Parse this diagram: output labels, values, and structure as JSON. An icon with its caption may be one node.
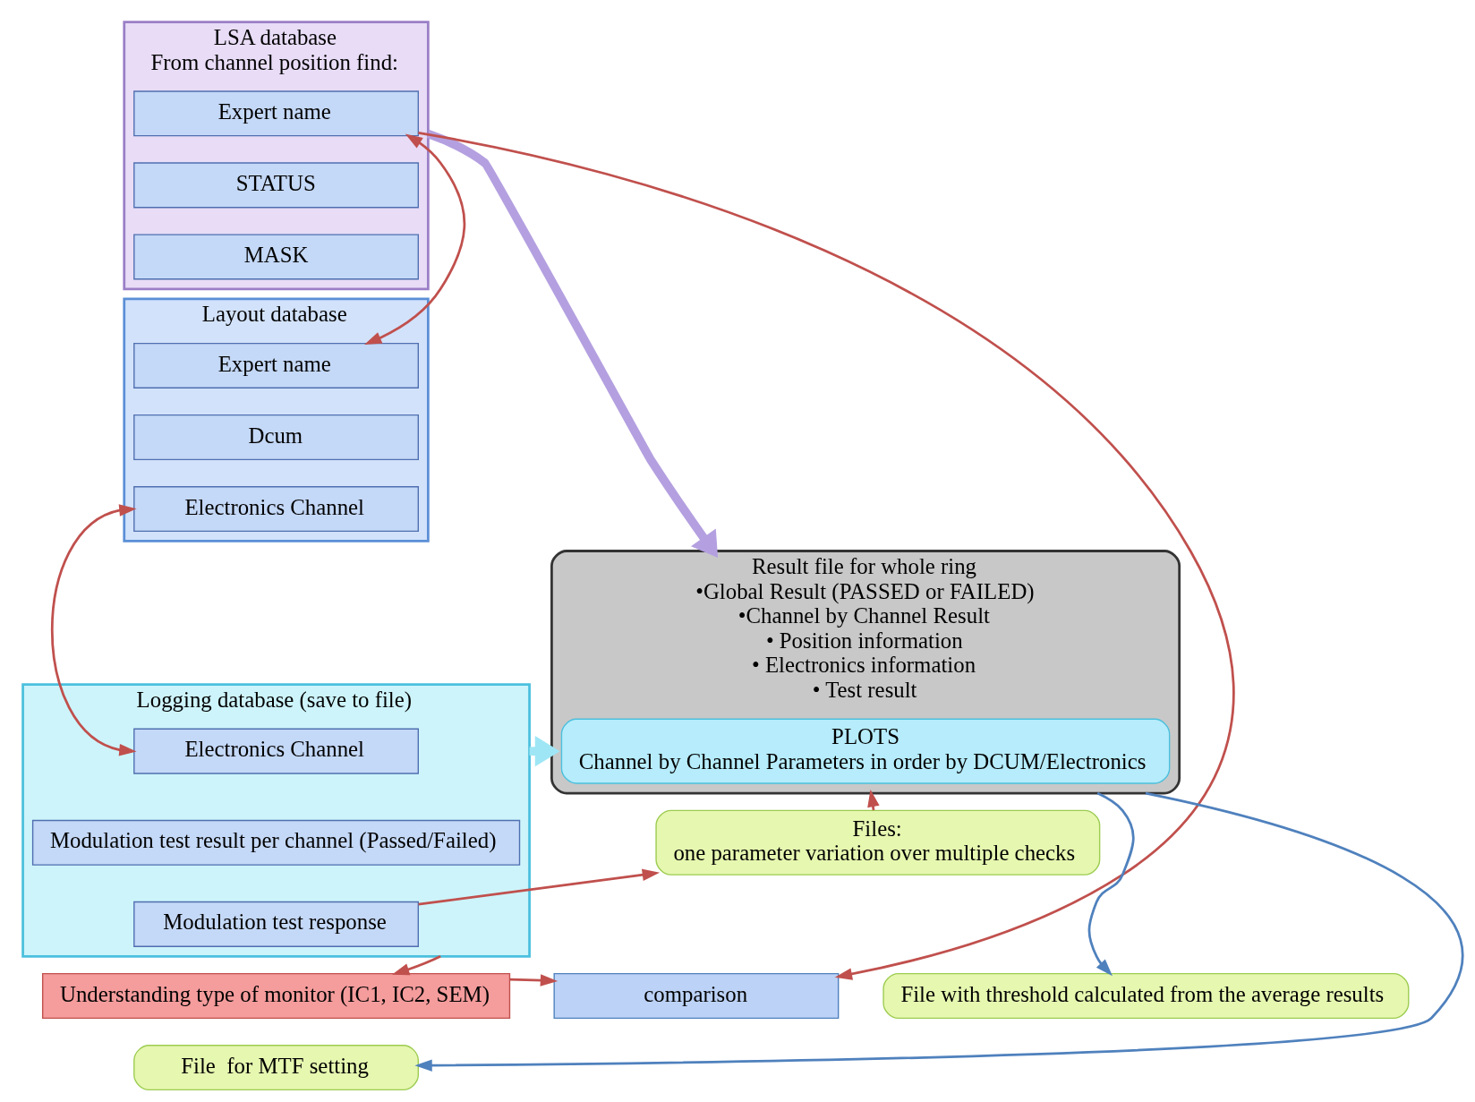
{
  "diagram": {
    "nodes": [
      {
        "text": [
          "LSA database",
          "From channel position find:"
        ]
      },
      {
        "text": [
          "Expert name"
        ],
        "in": 0
      },
      {
        "text": [
          "STATUS"
        ],
        "in": 0
      },
      {
        "text": [
          "MASK"
        ],
        "in": 0
      },
      {
        "text": [
          "Layout database"
        ]
      },
      {
        "text": [
          "Expert name"
        ],
        "in": 4
      },
      {
        "text": [
          "Dcum"
        ],
        "in": 4
      },
      {
        "text": [
          "Electronics Channel"
        ],
        "in": 4
      },
      {
        "text": [
          "Logging database (save to file)"
        ]
      },
      {
        "text": [
          "Electronics Channel"
        ],
        "in": 8
      },
      {
        "text": [
          "Modulation test result per channel (Passed/Failed)"
        ],
        "in": 8
      },
      {
        "text": [
          "Modulation test response"
        ],
        "in": 8
      },
      {
        "text": [
          "Files:",
          "one parameter variation over multiple checks"
        ]
      },
      {
        "text": [
          "Result file for whole ring",
          "•Global Result (PASSED or FAILED)",
          "•Channel by Channel Result",
          "• Position information",
          "• Electronics information",
          "• Test result"
        ]
      },
      {
        "text": [
          "PLOTS",
          "Channel by Channel Parameters in order by DCUM/Electronics"
        ],
        "in": 13
      },
      {
        "text": [
          "Understanding type of monitor (IC1, IC2, SEM)"
        ]
      },
      {
        "text": [
          "comparison"
        ]
      },
      {
        "text": [
          "File with threshold calculated from the average results"
        ]
      },
      {
        "text": [
          "File  for MTF setting"
        ]
      }
    ],
    "edges": [
      {
        "from": 1,
        "to": 5,
        "arrow": "both",
        "color": "#c0504d"
      },
      {
        "from": 7,
        "to": 9,
        "arrow": "both",
        "color": "#c0504d"
      },
      {
        "from": 1,
        "to": 16,
        "arrow": "to",
        "color": "#c0504d"
      },
      {
        "from": 0,
        "to": 13,
        "arrow": "to",
        "style": "thick",
        "color": "#b4a0e0"
      },
      {
        "from": 8,
        "to": 13,
        "arrow": "to",
        "style": "thick",
        "color": "#9ee6f5"
      },
      {
        "from": 11,
        "to": 12,
        "arrow": "to",
        "color": "#c0504d"
      },
      {
        "from": 12,
        "to": 13,
        "arrow": "to",
        "color": "#c0504d"
      },
      {
        "from": 8,
        "to": 15,
        "arrow": "to",
        "color": "#c0504d"
      },
      {
        "from": 15,
        "to": 16,
        "arrow": "to",
        "color": "#c0504d"
      },
      {
        "from": 13,
        "to": 18,
        "arrow": "to",
        "color": "#4f81bd"
      },
      {
        "from": 13,
        "to": 17,
        "arrow": "to",
        "color": "#4f81bd"
      }
    ]
  }
}
